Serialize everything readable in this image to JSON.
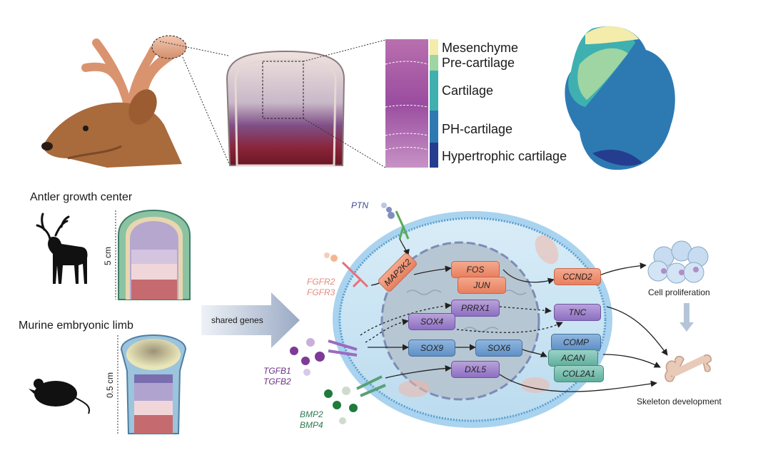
{
  "zones": [
    "Mesenchyme",
    "Pre-cartilage",
    "Cartilage",
    "PH-cartilage",
    "Hypertrophic cartilage"
  ],
  "colors": {
    "mesenchyme": "#f3ecaa",
    "pre_cartilage": "#9ed5a2",
    "cartilage": "#3fb0b0",
    "ph_cartilage": "#2d7ab3",
    "hypertrophic": "#253d8f"
  },
  "left": {
    "antler_title": "Antler growth center",
    "antler_scale": "5 cm",
    "murine_title": "Murine embryonic limb",
    "murine_scale": "0.5 cm",
    "arrow_label": "shared genes"
  },
  "ligands": {
    "ptn": "PTN",
    "fgfr2": "FGFR2",
    "fgfr3": "FGFR3",
    "tgfb1": "TGFB1",
    "tgfb2": "TGFB2",
    "bmp2": "BMP2",
    "bmp4": "BMP4"
  },
  "genes": {
    "map2k2": "MAP2K2",
    "fos": "FOS",
    "jun": "JUN",
    "ccnd2": "CCND2",
    "prrx1": "PRRX1",
    "tnc": "TNC",
    "sox4": "SOX4",
    "sox9": "SOX9",
    "sox6": "SOX6",
    "comp": "COMP",
    "acan": "ACAN",
    "col2a1": "COL2A1",
    "dxl5": "DXL5"
  },
  "outcomes": {
    "proliferation": "Cell proliferation",
    "skeleton": "Skeleton development"
  }
}
